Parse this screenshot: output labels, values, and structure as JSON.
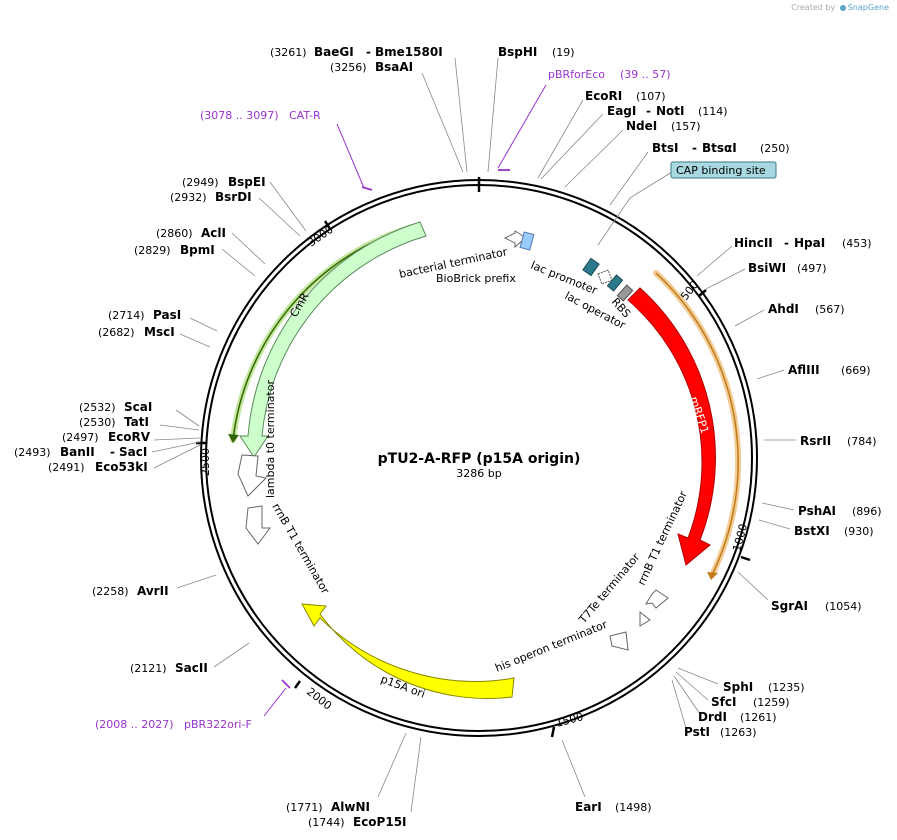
{
  "credit": {
    "prefix": "Created by",
    "brand": "SnapGene"
  },
  "plasmid": {
    "name": "pTU2-A-RFP (p15A origin)",
    "length_label": "3286 bp"
  },
  "ticks": [
    "500",
    "1000",
    "1500",
    "2000",
    "2500",
    "3000"
  ],
  "sites": [
    {
      "id": "baegi",
      "pos": "(3261)",
      "name": "BaeGI",
      "name2": "Bme1580I"
    },
    {
      "id": "bsaai",
      "pos": "(3256)",
      "name": "BsaAI"
    },
    {
      "id": "bsphi",
      "pos": "(19)",
      "name": "BspHI"
    },
    {
      "id": "ecori",
      "pos": "(107)",
      "name": "EcoRI"
    },
    {
      "id": "eagi",
      "pos": "(114)",
      "name": "EagI",
      "name2": "NotI"
    },
    {
      "id": "ndei",
      "pos": "(157)",
      "name": "NdeI"
    },
    {
      "id": "btsi",
      "pos": "(250)",
      "name": "BtsI",
      "name2": "BtsαI"
    },
    {
      "id": "hincii",
      "pos": "(453)",
      "name": "HincII",
      "name2": "HpaI"
    },
    {
      "id": "bsiwi",
      "pos": "(497)",
      "name": "BsiWI"
    },
    {
      "id": "ahdi",
      "pos": "(567)",
      "name": "AhdI"
    },
    {
      "id": "aflIII",
      "pos": "(669)",
      "name": "AflIII"
    },
    {
      "id": "rsrii",
      "pos": "(784)",
      "name": "RsrII"
    },
    {
      "id": "pshai",
      "pos": "(896)",
      "name": "PshAI"
    },
    {
      "id": "bstxi",
      "pos": "(930)",
      "name": "BstXI"
    },
    {
      "id": "sgrai",
      "pos": "(1054)",
      "name": "SgrAI"
    },
    {
      "id": "sphi",
      "pos": "(1235)",
      "name": "SphI"
    },
    {
      "id": "sfci",
      "pos": "(1259)",
      "name": "SfcI"
    },
    {
      "id": "drdi",
      "pos": "(1261)",
      "name": "DrdI"
    },
    {
      "id": "psti",
      "pos": "(1263)",
      "name": "PstI"
    },
    {
      "id": "eari",
      "pos": "(1498)",
      "name": "EarI"
    },
    {
      "id": "alwni",
      "pos": "(1771)",
      "name": "AlwNI"
    },
    {
      "id": "ecop15i",
      "pos": "(1744)",
      "name": "EcoP15I"
    },
    {
      "id": "sacii",
      "pos": "(2121)",
      "name": "SacII"
    },
    {
      "id": "avrii",
      "pos": "(2258)",
      "name": "AvrII"
    },
    {
      "id": "eco53ki",
      "pos": "(2491)",
      "name": "Eco53kI"
    },
    {
      "id": "banii",
      "pos": "(2493)",
      "name": "BanII",
      "name2": "SacI"
    },
    {
      "id": "ecorv",
      "pos": "(2497)",
      "name": "EcoRV"
    },
    {
      "id": "tati",
      "pos": "(2530)",
      "name": "TatI"
    },
    {
      "id": "scai",
      "pos": "(2532)",
      "name": "ScaI"
    },
    {
      "id": "msci",
      "pos": "(2682)",
      "name": "MscI"
    },
    {
      "id": "pasi",
      "pos": "(2714)",
      "name": "PasI"
    },
    {
      "id": "bpmi",
      "pos": "(2829)",
      "name": "BpmI"
    },
    {
      "id": "acli",
      "pos": "(2860)",
      "name": "AclI"
    },
    {
      "id": "bsrdi",
      "pos": "(2932)",
      "name": "BsrDI"
    },
    {
      "id": "bspei",
      "pos": "(2949)",
      "name": "BspEI"
    }
  ],
  "primers": [
    {
      "id": "pbrforeco",
      "name": "pBRforEco",
      "range": "(39 .. 57)"
    },
    {
      "id": "catr",
      "name": "CAT-R",
      "range": "(3078 .. 3097)"
    },
    {
      "id": "pbr322ori",
      "name": "pBR322ori-F",
      "range": "(2008 .. 2027)"
    }
  ],
  "features": {
    "cap_binding_site": "CAP binding site",
    "bacterial_terminator": "bacterial terminator",
    "biobrick_prefix": "BioBrick prefix",
    "lac_promoter": "lac promoter",
    "lac_operator": "lac operator",
    "rbs": "RBS",
    "mrfp1": "mRFP1",
    "rrnb_t1_right": "rrnB T1 terminator",
    "t7te_terminator": "T7Te terminator",
    "his_operon_terminator": "his operon terminator",
    "p15a_ori": "p15A ori",
    "rrnb_t1_left": "rrnB T1 terminator",
    "lambda_t0": "lambda t0 terminator",
    "cmr": "CmR"
  },
  "colors": {
    "mrfp1": "#ff0000",
    "p15a_ori": "#ffff00",
    "cmr": "#ccffcc",
    "orf_cmr": "#336600",
    "orf_mrfp1": "#e6a23c",
    "primer": "#9933cc",
    "cap_box": "#a8d8e0",
    "lac_promoter": "#2b7a8c",
    "biobrick": "#99ccff"
  }
}
